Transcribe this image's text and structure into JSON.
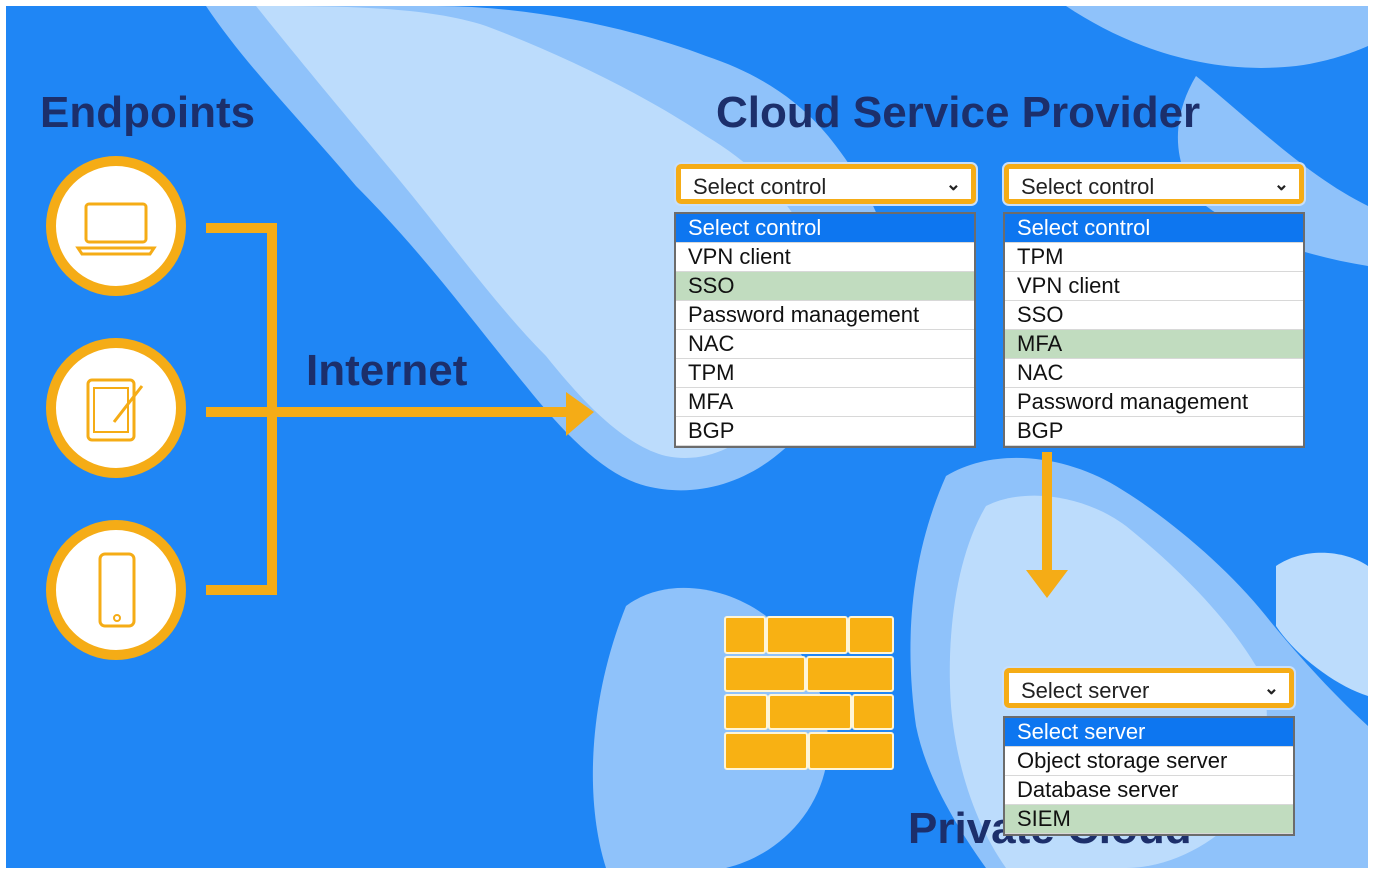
{
  "headings": {
    "endpoints": "Endpoints",
    "cloud_service_provider": "Cloud Service Provider",
    "internet": "Internet",
    "private_cloud": "Private Cloud"
  },
  "endpoints": [
    "laptop-icon",
    "tablet-icon",
    "smartphone-icon"
  ],
  "colors": {
    "accent": "#f5ac16",
    "background": "#1f86f5",
    "highlight": "#0d76f0",
    "correct": "#c1dcbf",
    "heading": "#1c2f6b"
  },
  "csp_control_1": {
    "selected": "Select control",
    "options": [
      "Select control",
      "VPN client",
      "SSO",
      "Password management",
      "NAC",
      "TPM",
      "MFA",
      "BGP"
    ],
    "highlighted": "Select control",
    "marked": "SSO"
  },
  "csp_control_2": {
    "selected": "Select control",
    "options": [
      "Select control",
      "TPM",
      "VPN client",
      "SSO",
      "MFA",
      "NAC",
      "Password management",
      "BGP"
    ],
    "highlighted": "Select control",
    "marked": "MFA"
  },
  "private_cloud_server": {
    "selected": "Select server",
    "options": [
      "Select server",
      "Object storage server",
      "Database server",
      "SIEM"
    ],
    "highlighted": "Select server",
    "marked": "SIEM"
  }
}
